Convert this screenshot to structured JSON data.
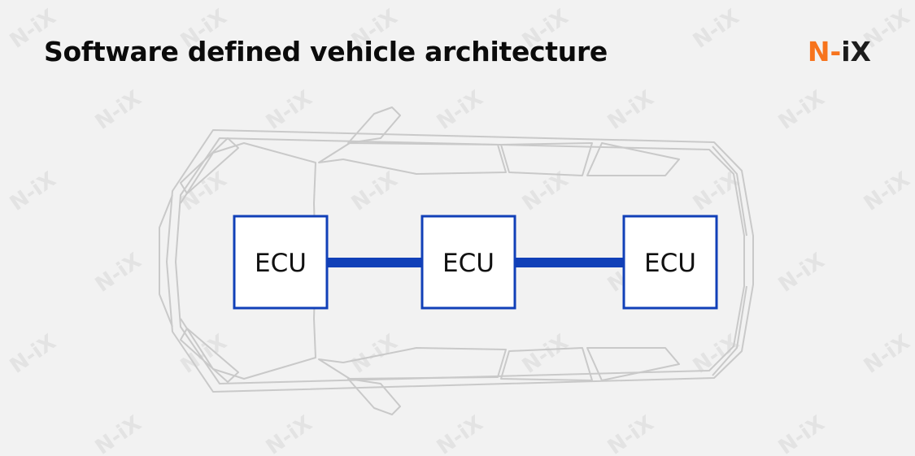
{
  "header": {
    "title": "Software defined vehicle architecture",
    "logo": {
      "n": "N",
      "dash": "-",
      "ix": "iX"
    }
  },
  "watermark": {
    "text": "N-iX"
  },
  "diagram": {
    "nodes": [
      {
        "id": "ecu-1",
        "label": "ECU"
      },
      {
        "id": "ecu-2",
        "label": "ECU"
      },
      {
        "id": "ecu-3",
        "label": "ECU"
      }
    ],
    "links": [
      {
        "from": "ecu-1",
        "to": "ecu-2"
      },
      {
        "from": "ecu-2",
        "to": "ecu-3"
      }
    ]
  },
  "colors": {
    "accent_blue": "#1140b8",
    "brand_orange": "#f7731c",
    "car_outline": "#c9c9c9",
    "background": "#f2f2f2"
  }
}
